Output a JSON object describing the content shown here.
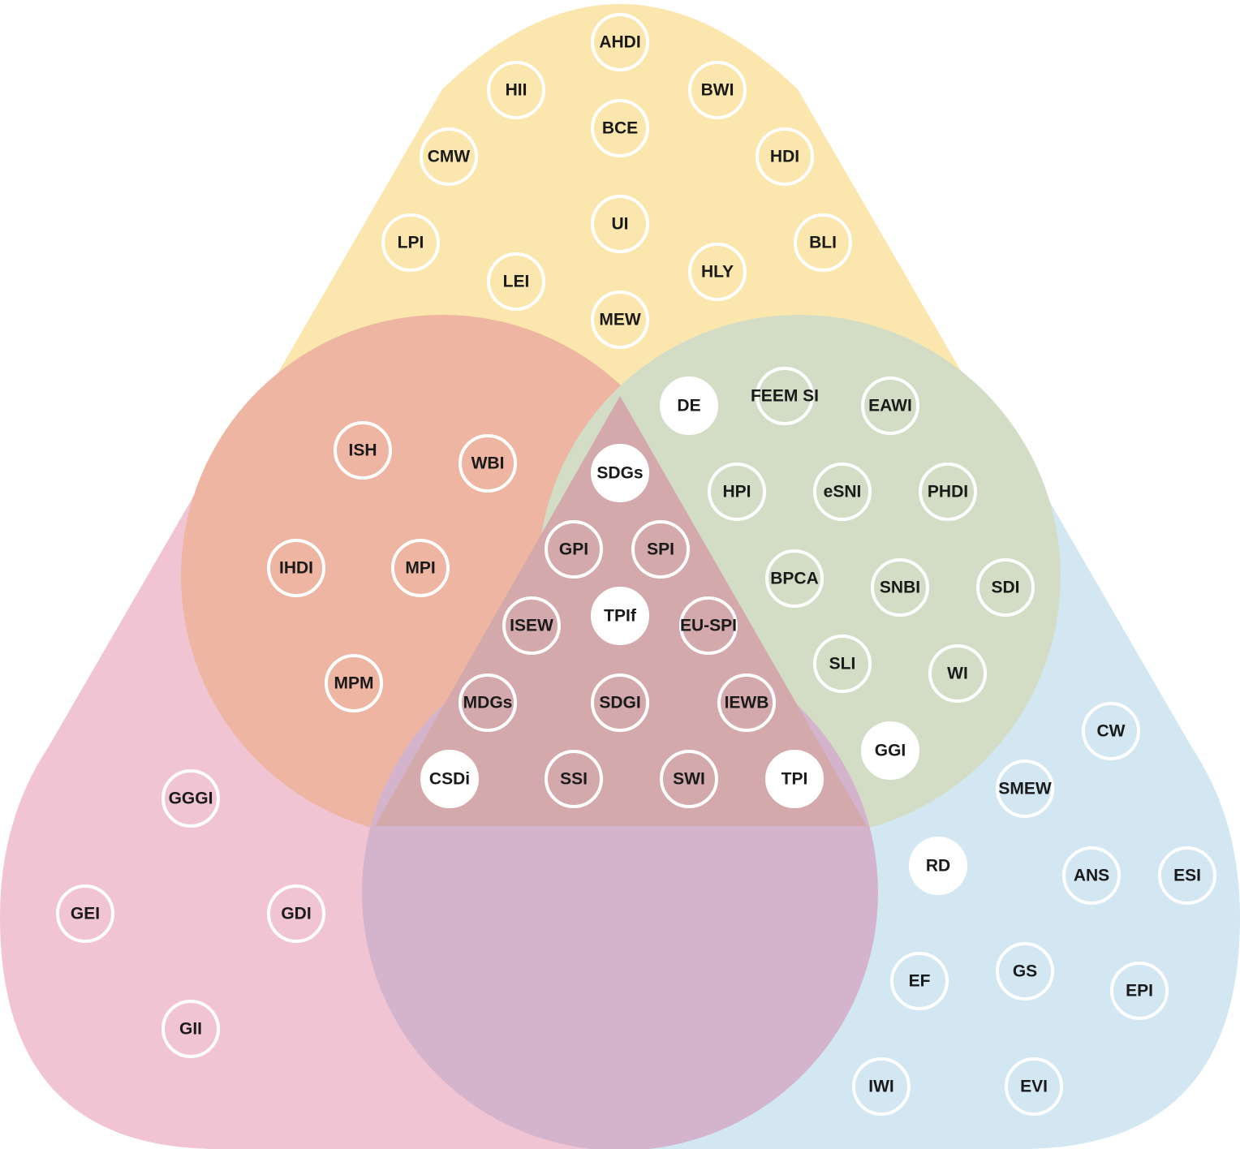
{
  "diagram": {
    "regions": [
      {
        "id": "top",
        "color": "#fbe6ad"
      },
      {
        "id": "left",
        "color": "#f1c4d3"
      },
      {
        "id": "right",
        "color": "#d2e7f2"
      },
      {
        "id": "left-circle",
        "color": "#eeb5a3"
      },
      {
        "id": "right-circle",
        "color": "#d3ddc6"
      },
      {
        "id": "bottom-circle",
        "color": "#d4b3cc"
      },
      {
        "id": "center-triangle",
        "color": "#d3a9ab"
      }
    ],
    "nodes": [
      {
        "label": "AHDI",
        "fill": "#fbe6ad"
      },
      {
        "label": "HII",
        "fill": "#fbe6ad"
      },
      {
        "label": "BWI",
        "fill": "#fbe6ad"
      },
      {
        "label": "BCE",
        "fill": "#fbe6ad"
      },
      {
        "label": "CMW",
        "fill": "#fbe6ad"
      },
      {
        "label": "HDI",
        "fill": "#fbe6ad"
      },
      {
        "label": "UI",
        "fill": "#fbe6ad"
      },
      {
        "label": "LPI",
        "fill": "#fbe6ad"
      },
      {
        "label": "BLI",
        "fill": "#fbe6ad"
      },
      {
        "label": "LEI",
        "fill": "#fbe6ad"
      },
      {
        "label": "HLY",
        "fill": "#fbe6ad"
      },
      {
        "label": "MEW",
        "fill": "#fbe6ad"
      },
      {
        "label": "DE",
        "fill": "#ffffff"
      },
      {
        "label": "FEEM SI",
        "fill": "#d3ddc6"
      },
      {
        "label": "EAWI",
        "fill": "#d3ddc6"
      },
      {
        "label": "ISH",
        "fill": "#eeb5a3"
      },
      {
        "label": "WBI",
        "fill": "#eeb5a3"
      },
      {
        "label": "SDGs",
        "fill": "#ffffff"
      },
      {
        "label": "HPI",
        "fill": "#d3ddc6"
      },
      {
        "label": "eSNI",
        "fill": "#d3ddc6"
      },
      {
        "label": "PHDI",
        "fill": "#d3ddc6"
      },
      {
        "label": "GPI",
        "fill": "#d3a9ab"
      },
      {
        "label": "SPI",
        "fill": "#d3a9ab"
      },
      {
        "label": "IHDI",
        "fill": "#eeb5a3"
      },
      {
        "label": "MPI",
        "fill": "#eeb5a3"
      },
      {
        "label": "BPCA",
        "fill": "#d3ddc6"
      },
      {
        "label": "SNBI",
        "fill": "#d3ddc6"
      },
      {
        "label": "SDI",
        "fill": "#d3ddc6"
      },
      {
        "label": "ISEW",
        "fill": "#d3a9ab"
      },
      {
        "label": "TPIf",
        "fill": "#ffffff"
      },
      {
        "label": "EU-SPI",
        "fill": "#d3a9ab"
      },
      {
        "label": "SLI",
        "fill": "#d3ddc6"
      },
      {
        "label": "WI",
        "fill": "#d3ddc6"
      },
      {
        "label": "MPM",
        "fill": "#eeb5a3"
      },
      {
        "label": "MDGs",
        "fill": "#d3a9ab"
      },
      {
        "label": "SDGI",
        "fill": "#d3a9ab"
      },
      {
        "label": "IEWB",
        "fill": "#d3a9ab"
      },
      {
        "label": "CW",
        "fill": "#d2e7f2"
      },
      {
        "label": "GGI",
        "fill": "#ffffff"
      },
      {
        "label": "CSDi",
        "fill": "#ffffff"
      },
      {
        "label": "SSI",
        "fill": "#d3a9ab"
      },
      {
        "label": "SWI",
        "fill": "#d3a9ab"
      },
      {
        "label": "TPI",
        "fill": "#ffffff"
      },
      {
        "label": "SMEW",
        "fill": "#d2e7f2"
      },
      {
        "label": "GGGI",
        "fill": "#f1c4d3"
      },
      {
        "label": "RD",
        "fill": "#ffffff"
      },
      {
        "label": "ANS",
        "fill": "#d2e7f2"
      },
      {
        "label": "ESI",
        "fill": "#d2e7f2"
      },
      {
        "label": "GEI",
        "fill": "#f1c4d3"
      },
      {
        "label": "GDI",
        "fill": "#f1c4d3"
      },
      {
        "label": "EF",
        "fill": "#d2e7f2"
      },
      {
        "label": "GS",
        "fill": "#d2e7f2"
      },
      {
        "label": "EPI",
        "fill": "#d2e7f2"
      },
      {
        "label": "GII",
        "fill": "#f1c4d3"
      },
      {
        "label": "IWI",
        "fill": "#d2e7f2"
      },
      {
        "label": "EVI",
        "fill": "#d2e7f2"
      }
    ]
  }
}
